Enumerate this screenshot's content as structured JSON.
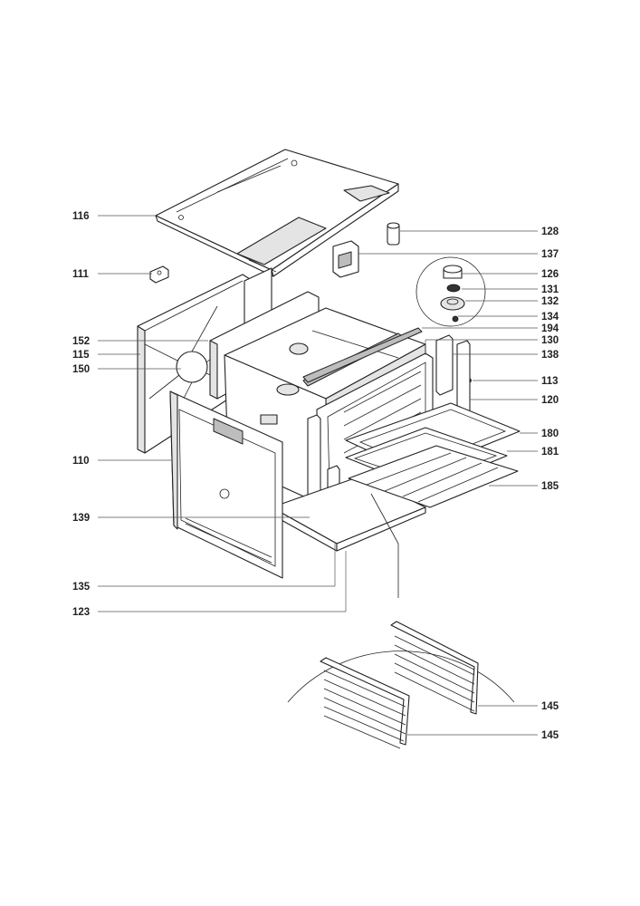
{
  "diagram": {
    "callouts": [
      {
        "id": "c116",
        "text": "116"
      },
      {
        "id": "c111",
        "text": "111"
      },
      {
        "id": "c152",
        "text": "152"
      },
      {
        "id": "c115",
        "text": "115"
      },
      {
        "id": "c150",
        "text": "150"
      },
      {
        "id": "c110",
        "text": "110"
      },
      {
        "id": "c139",
        "text": "139"
      },
      {
        "id": "c135",
        "text": "135"
      },
      {
        "id": "c123",
        "text": "123"
      },
      {
        "id": "c128",
        "text": "128"
      },
      {
        "id": "c137",
        "text": "137"
      },
      {
        "id": "c126",
        "text": "126"
      },
      {
        "id": "c131",
        "text": "131"
      },
      {
        "id": "c132",
        "text": "132"
      },
      {
        "id": "c134",
        "text": "134"
      },
      {
        "id": "c194",
        "text": "194"
      },
      {
        "id": "c130",
        "text": "130"
      },
      {
        "id": "c138",
        "text": "138"
      },
      {
        "id": "c113",
        "text": "113"
      },
      {
        "id": "c120",
        "text": "120"
      },
      {
        "id": "c180",
        "text": "180"
      },
      {
        "id": "c181",
        "text": "181"
      },
      {
        "id": "c185",
        "text": "185"
      },
      {
        "id": "c145a",
        "text": "145"
      },
      {
        "id": "c145b",
        "text": "145"
      }
    ]
  }
}
